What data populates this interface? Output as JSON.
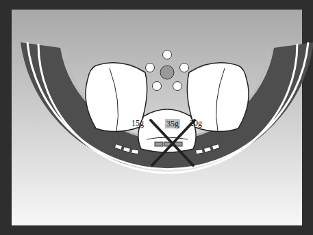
{
  "diagram": {
    "labels": [
      "15g",
      "35g",
      "20g"
    ]
  }
}
